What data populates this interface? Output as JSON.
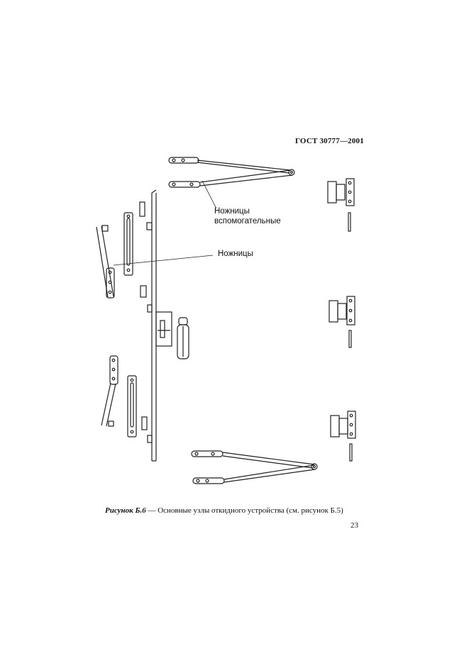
{
  "document": {
    "header_code": "ГОСТ 30777—2001",
    "callouts": {
      "aux_scissors_line1": "Ножницы",
      "aux_scissors_line2": "вспомогательные",
      "scissors": "Ножницы"
    },
    "caption": {
      "label": "Рисунок Б.6",
      "text": " — Основные узлы откидного устройства (см. рисунок Б.5)"
    },
    "page_number": "23"
  }
}
